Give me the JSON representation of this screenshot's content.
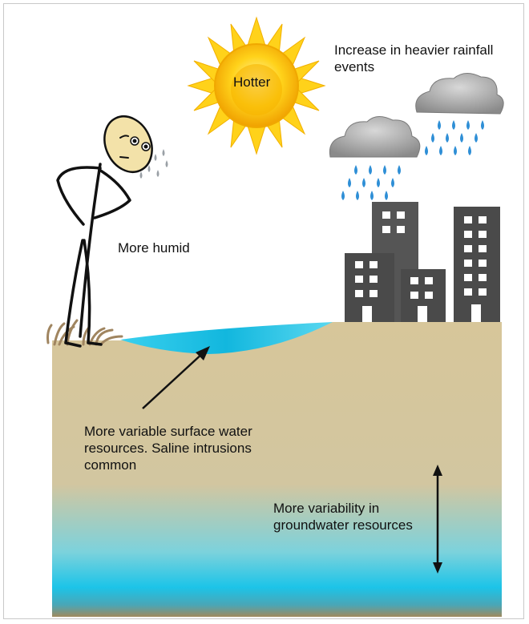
{
  "labels": {
    "sun": "Hotter",
    "rainfall": "Increase in heavier rainfall events",
    "humid": "More humid",
    "surface_water": "More variable surface water resources. Saline intrusions common",
    "groundwater": "More variability in groundwater resources"
  },
  "colors": {
    "sun": "#ffd21a",
    "sun_core": "#f5a800",
    "cloud": "#9e9e9e",
    "rain": "#2f8fd6",
    "building": "#4a4a4a",
    "soil": "#d9c9a0",
    "water": "#1fc6e6"
  }
}
